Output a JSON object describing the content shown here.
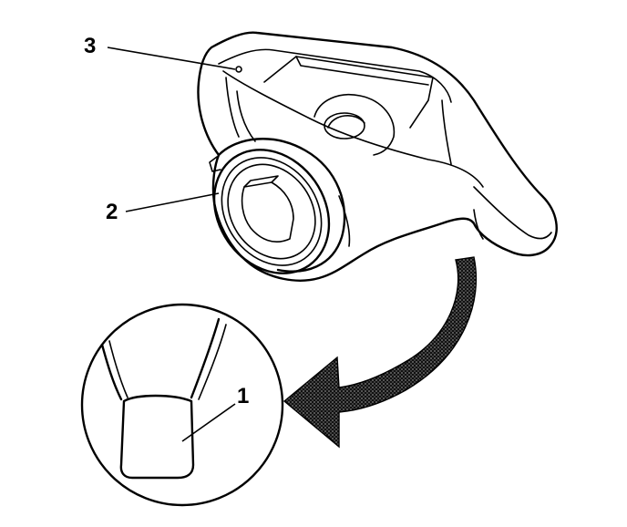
{
  "callouts": [
    {
      "id": "callout-1",
      "label": "1"
    },
    {
      "id": "callout-2",
      "label": "2"
    },
    {
      "id": "callout-3",
      "label": "3"
    }
  ],
  "colors": {
    "line": "#000000",
    "background": "#ffffff",
    "arrow_fill": "#1a1a1a"
  }
}
